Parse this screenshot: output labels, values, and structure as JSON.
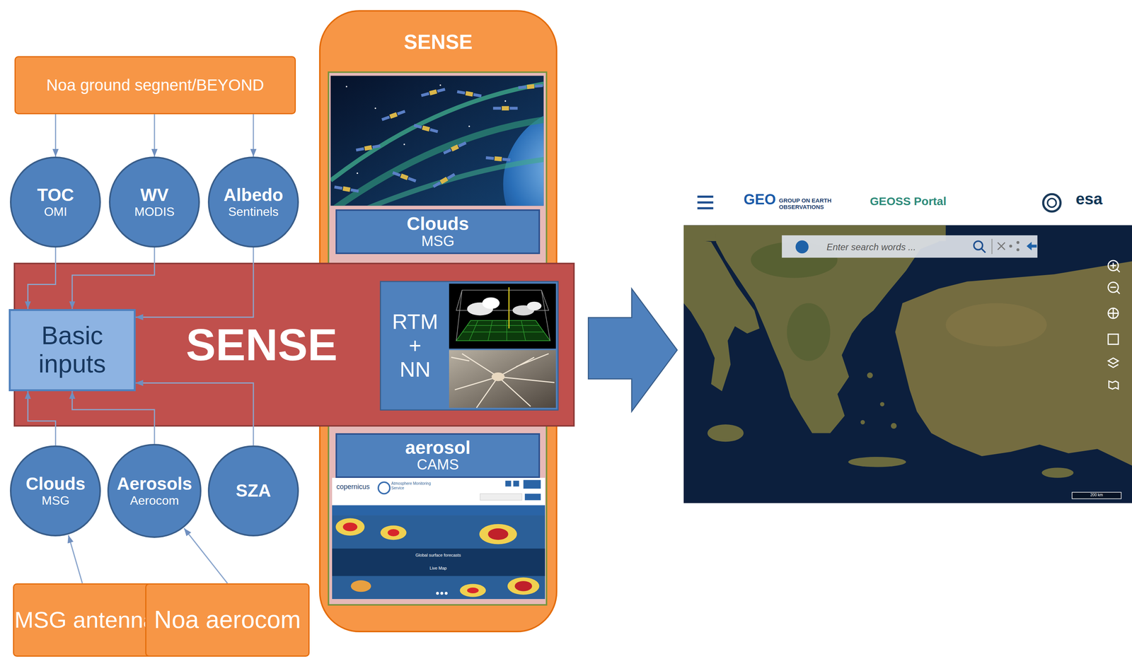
{
  "diagram": {
    "nodes": [
      {
        "text": [
          "Noa ground segnent/BEYOND"
        ]
      },
      {
        "text": [
          "TOC",
          "OMI"
        ]
      },
      {
        "text": [
          "WV",
          "MODIS"
        ]
      },
      {
        "text": [
          "Albedo",
          "Sentinels"
        ]
      },
      {
        "text": [
          "SENSE"
        ]
      },
      {
        "text": [
          "Clouds",
          "MSG"
        ],
        "in": 4
      },
      {
        "text": [
          "SENSE"
        ]
      },
      {
        "text": [
          "Basic inputs"
        ],
        "in": 6
      },
      {
        "text": [
          "RTM + NN"
        ],
        "in": 6
      },
      {
        "text": [
          "aerosol",
          "CAMS"
        ],
        "in": 4
      },
      {
        "text": [
          "Clouds",
          "MSG"
        ]
      },
      {
        "text": [
          "Aerosols",
          "Aerocom"
        ]
      },
      {
        "text": [
          "SZA"
        ]
      },
      {
        "text": [
          "MSG antenna"
        ]
      },
      {
        "text": [
          "Noa aerocom"
        ]
      }
    ],
    "edges": [
      {
        "from": 0,
        "to": 1,
        "arrow": "to"
      },
      {
        "from": 0,
        "to": 2,
        "arrow": "to"
      },
      {
        "from": 0,
        "to": 3,
        "arrow": "to"
      },
      {
        "from": 1,
        "to": 7,
        "arrow": "to"
      },
      {
        "from": 2,
        "to": 7,
        "arrow": "to"
      },
      {
        "from": 3,
        "to": 7,
        "arrow": "to"
      },
      {
        "from": 10,
        "to": 7,
        "arrow": "to"
      },
      {
        "from": 11,
        "to": 7,
        "arrow": "to"
      },
      {
        "from": 12,
        "to": 7,
        "arrow": "to"
      },
      {
        "from": 13,
        "to": 10,
        "arrow": "to"
      },
      {
        "from": 14,
        "to": 11,
        "arrow": "to"
      }
    ],
    "labels": [
      "GEO",
      "GROUP ON EARTH OBSERVATIONS",
      "GEOSS Portal",
      "esa",
      "Enter search words ...",
      "200 km",
      "copernicus",
      "Atmosphere Monitoring Service",
      "Global surface forecasts",
      "Live Map"
    ]
  }
}
